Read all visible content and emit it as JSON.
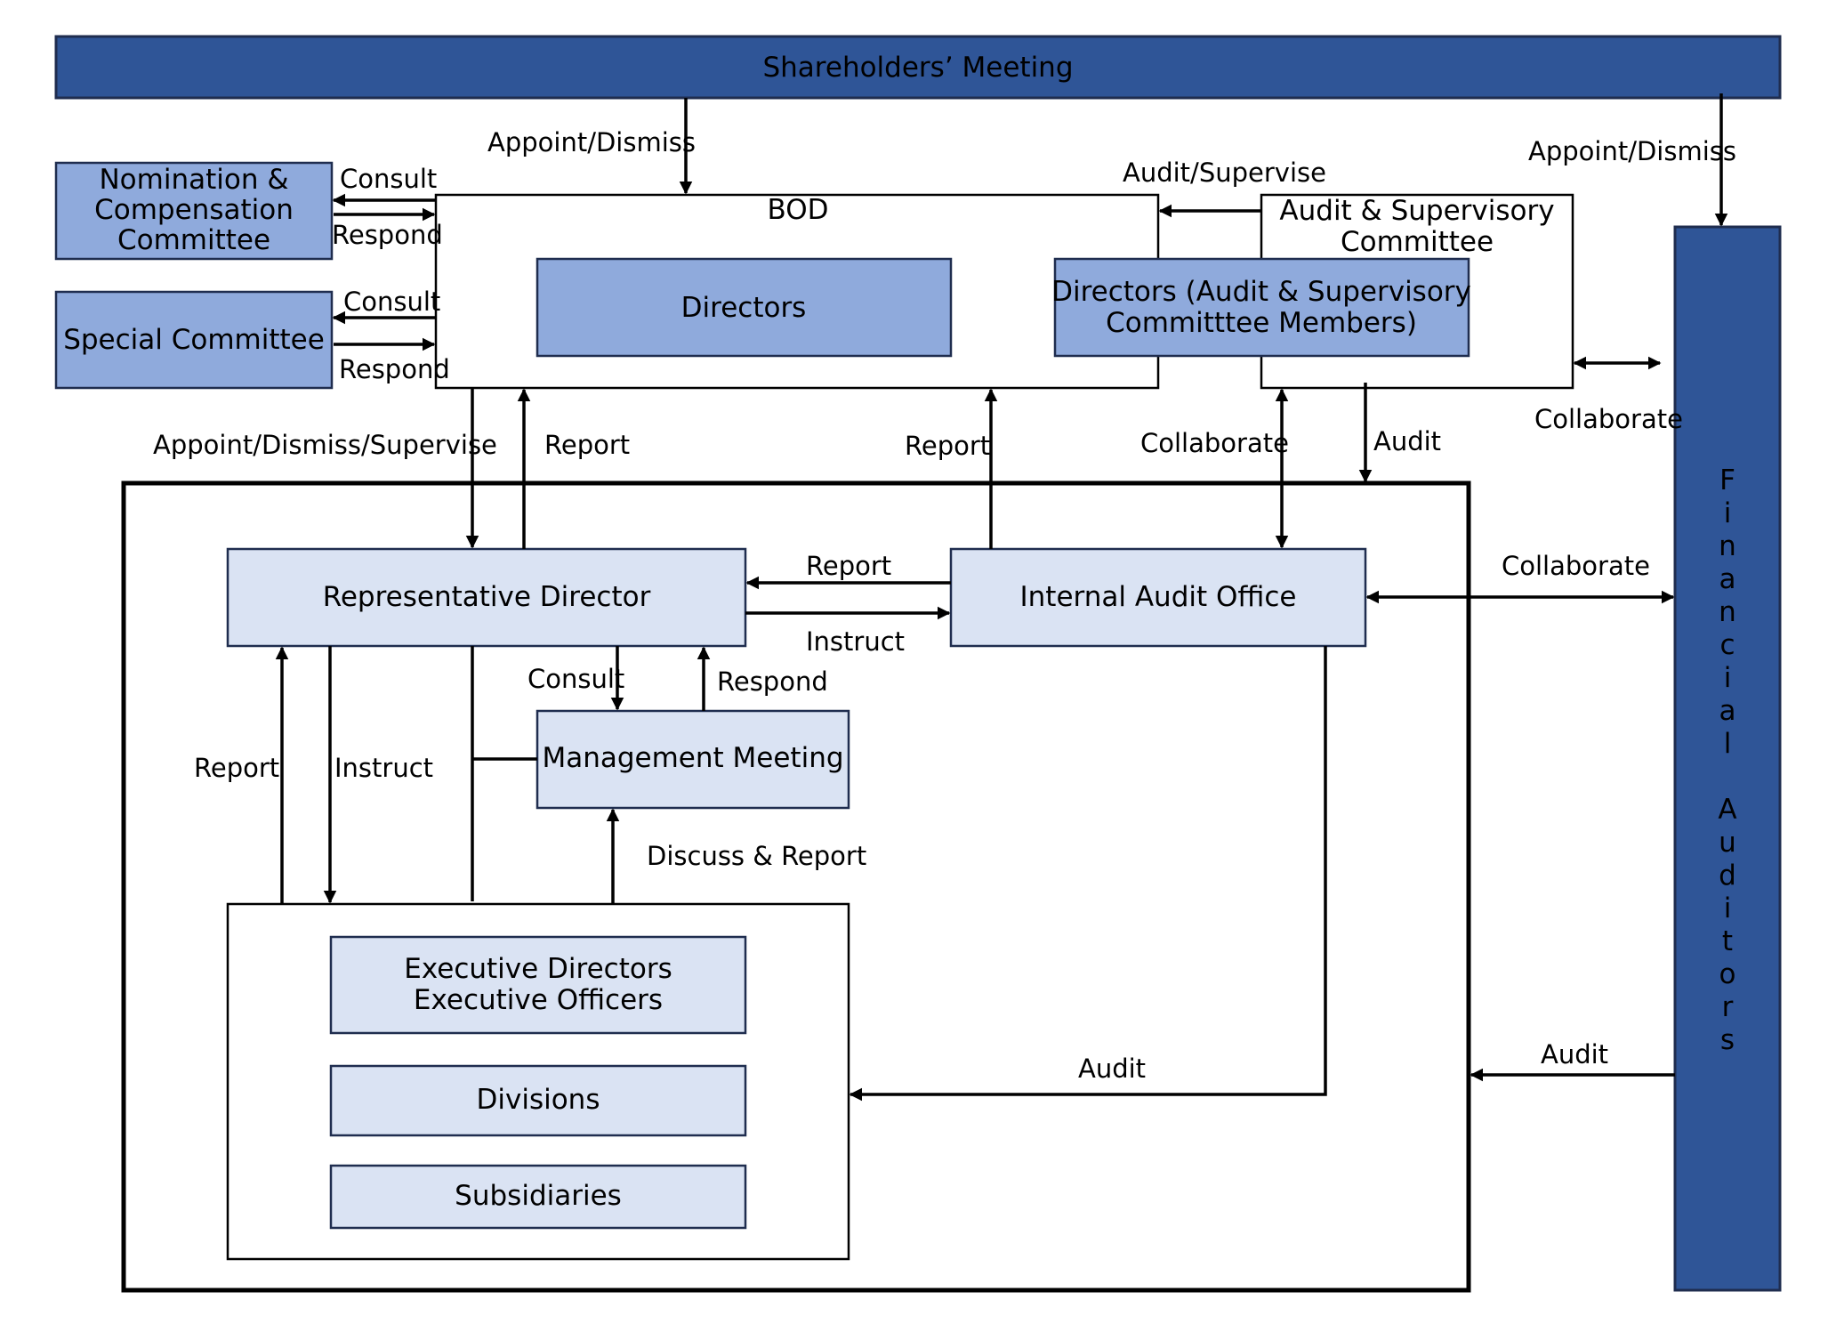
{
  "nodes": {
    "shareholders": "Shareholders’ Meeting",
    "nomination_line1": "Nomination &",
    "nomination_line2": "Compensation",
    "nomination_line3": "Committee",
    "special": "Special Committee",
    "bod": "BOD",
    "directors": "Directors",
    "audit_committee_line1": "Audit & Supervisory",
    "audit_committee_line2": "Committee",
    "audit_members_line1": "Directors (Audit & Supervisory",
    "audit_members_line2": "Committtee Members)",
    "financial_auditors": "Financial Auditors",
    "rep_director": "Representative Director",
    "internal_audit": "Internal Audit Office",
    "mgmt_meeting": "Management Meeting",
    "exec_line1": "Executive Directors",
    "exec_line2": "Executive Officers",
    "divisions": "Divisions",
    "subsidiaries": "Subsidiaries"
  },
  "labels": {
    "appoint_dismiss_bod": "Appoint/Dismiss",
    "appoint_dismiss_fa": "Appoint/Dismiss",
    "consult_nom": "Consult",
    "respond_nom": "Respond",
    "consult_special": "Consult",
    "respond_special": "Respond",
    "audit_supervise": "Audit/Supervise",
    "collaborate_ac_fa": "Collaborate",
    "appoint_dismiss_supervise": "Appoint/Dismiss/Supervise",
    "report_rep_bod": "Report",
    "report_iao_bod": "Report",
    "collaborate_ac_iao": "Collaborate",
    "audit_ac_org": "Audit",
    "report_iao_rep": "Report",
    "instruct_rep_iao": "Instruct",
    "collaborate_iao_fa": "Collaborate",
    "consult_mgmt": "Consult",
    "respond_mgmt": "Respond",
    "report_exec_rep": "Report",
    "instruct_rep_exec": "Instruct",
    "discuss_report": "Discuss & Report",
    "audit_iao_exec": "Audit",
    "audit_fa_org": "Audit"
  },
  "colors": {
    "dark_blue": "#2F5597",
    "mid_blue": "#8FAADC",
    "light_blue": "#DAE3F3",
    "line": "#000000"
  }
}
